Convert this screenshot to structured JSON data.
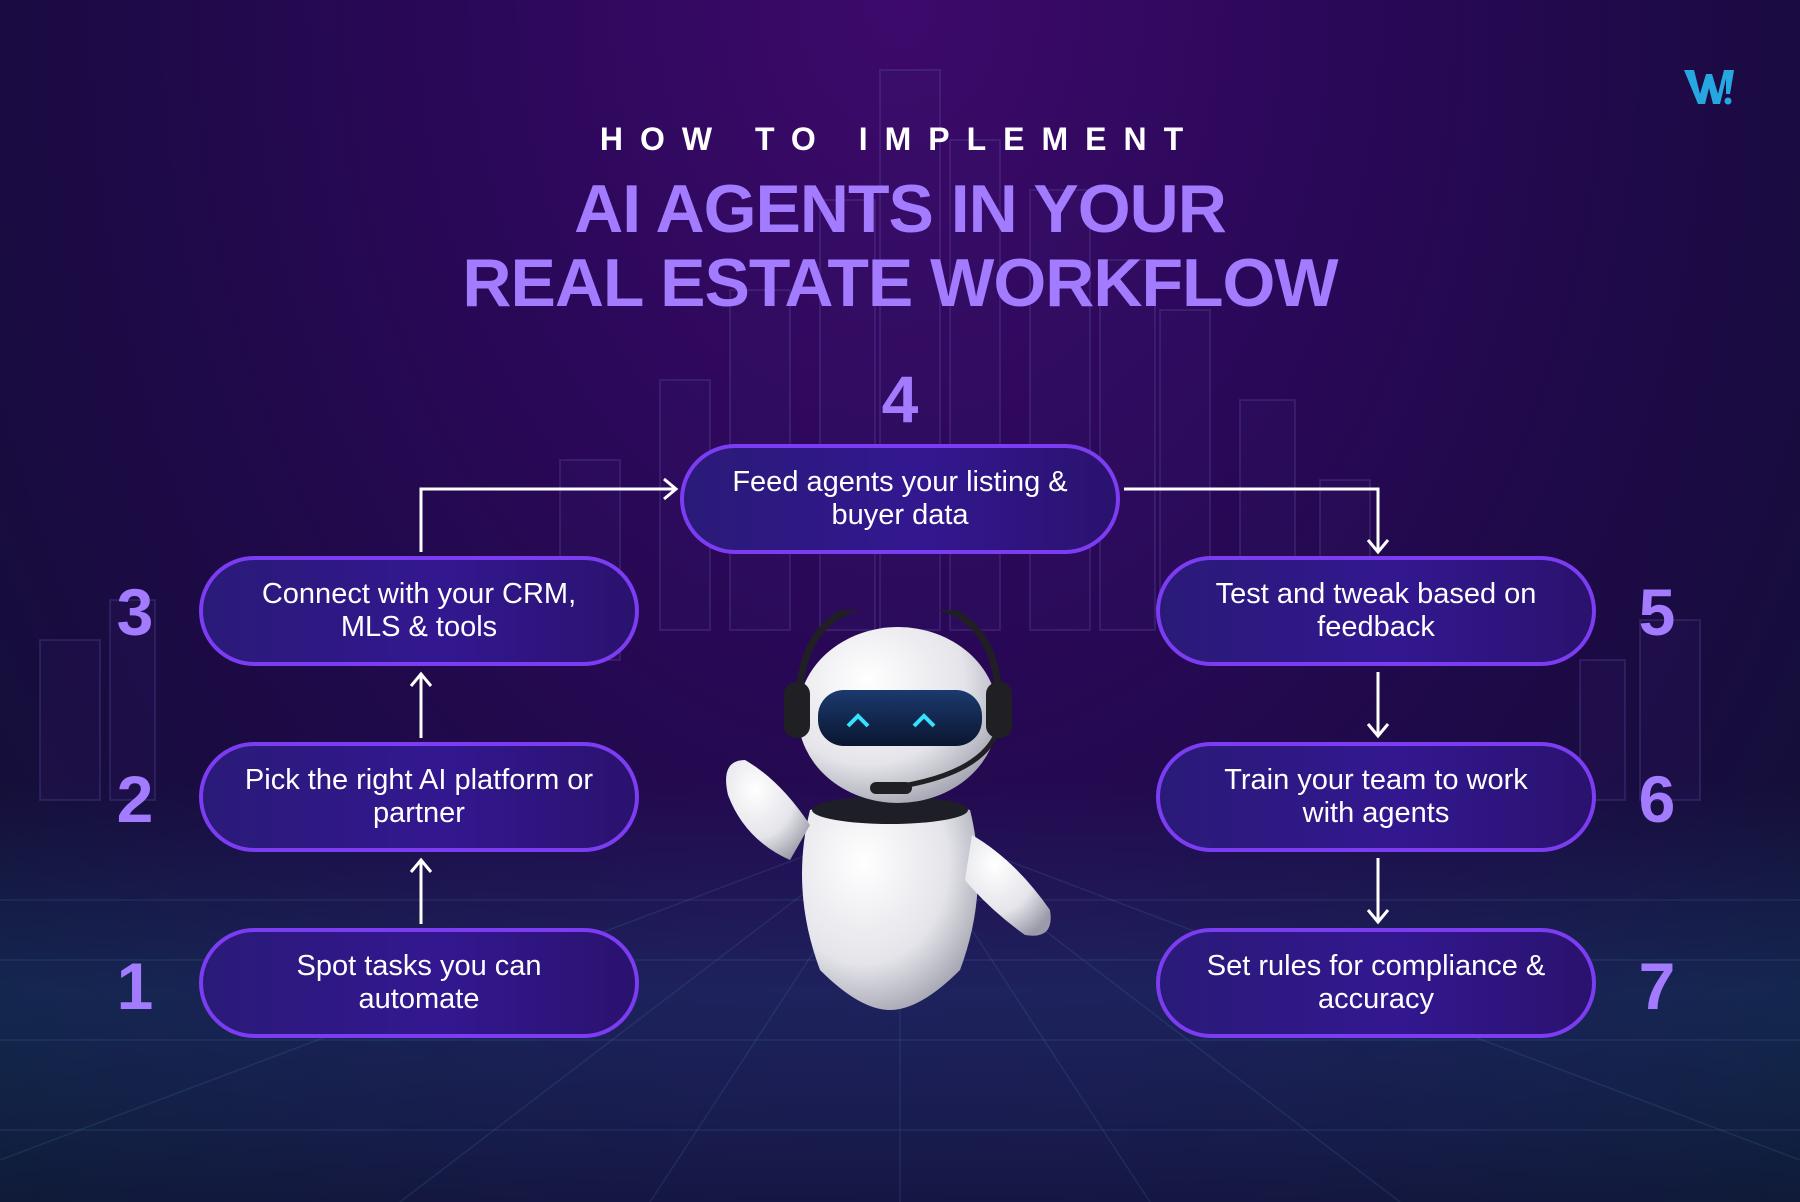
{
  "header": {
    "kicker": "HOW TO IMPLEMENT",
    "title_line1": "AI AGENTS IN YOUR",
    "title_line2": "REAL ESTATE WORKFLOW"
  },
  "brand": {
    "logo_icon": "w-logo-icon",
    "logo_color": "#27a7e0"
  },
  "colors": {
    "accent": "#a27bff",
    "pill_border": "#7b3cf2",
    "background": "#2a0858"
  },
  "steps": [
    {
      "number": "1",
      "text": "Spot tasks you can automate"
    },
    {
      "number": "2",
      "text": "Pick the right AI platform or partner"
    },
    {
      "number": "3",
      "text": "Connect with your CRM, MLS & tools"
    },
    {
      "number": "4",
      "text": "Feed agents your listing & buyer data"
    },
    {
      "number": "5",
      "text": "Test and tweak based on feedback"
    },
    {
      "number": "6",
      "text": "Train your team to work with agents"
    },
    {
      "number": "7",
      "text": "Set rules for compliance & accuracy"
    }
  ],
  "illustration": {
    "icon": "robot-with-headset-icon"
  }
}
